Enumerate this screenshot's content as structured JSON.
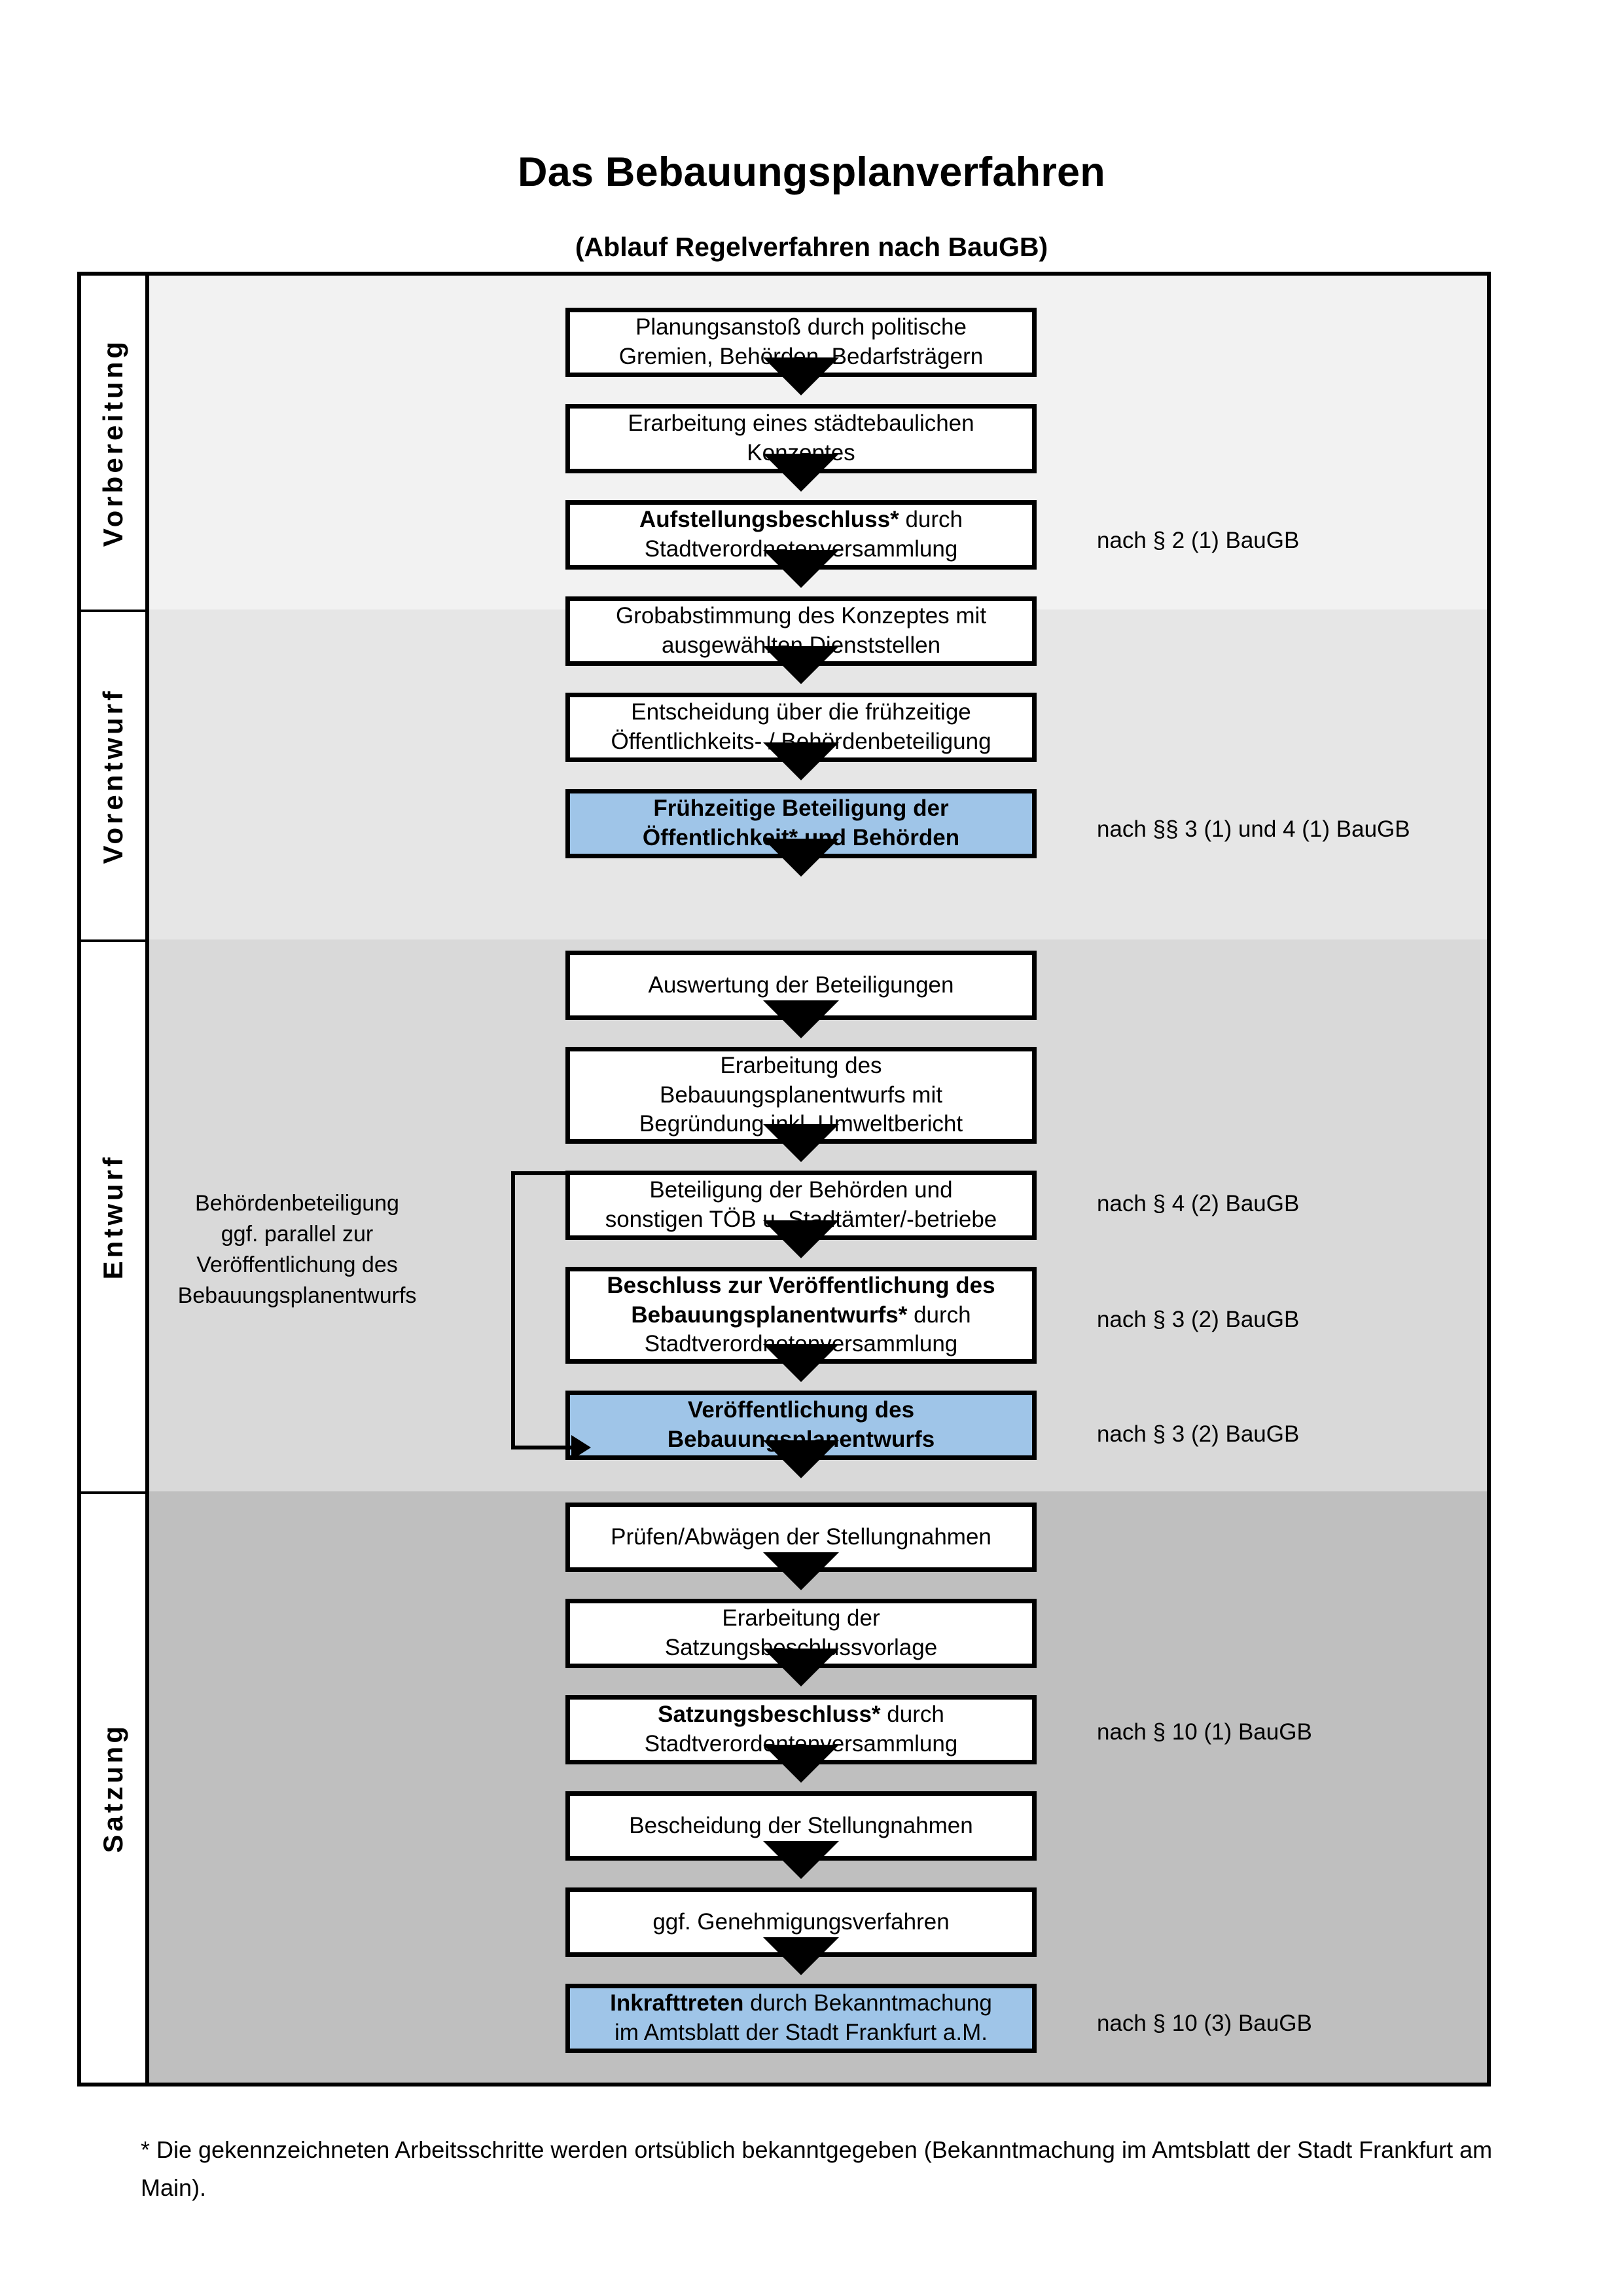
{
  "header": {
    "title": "Das Bebauungsplanverfahren",
    "subtitle": "(Ablauf Regelverfahren nach BauGB)"
  },
  "lanes": [
    {
      "id": "vorbereitung",
      "label": "Vorbereitung",
      "bg": "#F2F2F2"
    },
    {
      "id": "vorentwurf",
      "label": "Vorentwurf",
      "bg": "#E6E6E6"
    },
    {
      "id": "entwurf",
      "label": "Entwurf",
      "bg": "#D9D9D9"
    },
    {
      "id": "satzung",
      "label": "Satzung",
      "bg": "#BFBFBF"
    }
  ],
  "steps": [
    {
      "id": "s1",
      "lane": "vorbereitung",
      "lines": [
        "Planungsanstoß durch politische",
        "Gremien, Behörden, Bedarfsträgern"
      ],
      "bold_prefix": "",
      "highlight": false
    },
    {
      "id": "s2",
      "lane": "vorbereitung",
      "lines": [
        "Erarbeitung eines städtebaulichen",
        "Konzeptes"
      ],
      "bold_prefix": "",
      "highlight": false
    },
    {
      "id": "s3",
      "lane": "vorbereitung",
      "lines": [
        "Aufstellungsbeschluss* durch",
        "Stadtverordnetenversammlung"
      ],
      "bold_prefix": "Aufstellungsbeschluss*",
      "highlight": false
    },
    {
      "id": "s4",
      "lane": "vorentwurf",
      "lines": [
        "Grobabstimmung des Konzeptes mit",
        "ausgewählten Dienststellen"
      ],
      "bold_prefix": "",
      "highlight": false
    },
    {
      "id": "s5",
      "lane": "vorentwurf",
      "lines": [
        "Entscheidung über die frühzeitige",
        "Öffentlichkeits- / Behördenbeteiligung"
      ],
      "bold_prefix": "",
      "highlight": false
    },
    {
      "id": "s6",
      "lane": "vorentwurf",
      "lines": [
        "Frühzeitige Beteiligung der",
        "Öffentlichkeit* und Behörden"
      ],
      "bold_prefix": "ALL",
      "highlight": true
    },
    {
      "id": "s7",
      "lane": "entwurf",
      "lines": [
        "Auswertung der Beteiligungen"
      ],
      "bold_prefix": "",
      "highlight": false
    },
    {
      "id": "s8",
      "lane": "entwurf",
      "lines": [
        "Erarbeitung des",
        "Bebauungsplanentwurfs mit",
        "Begründung inkl. Umweltbericht"
      ],
      "bold_prefix": "",
      "highlight": false
    },
    {
      "id": "s9",
      "lane": "entwurf",
      "lines": [
        "Beteiligung der Behörden und",
        "sonstigen TÖB u. Stadtämter/-betriebe"
      ],
      "bold_prefix": "",
      "highlight": false
    },
    {
      "id": "s10",
      "lane": "entwurf",
      "lines": [
        "Beschluss zur Veröffentlichung des",
        "Bebauungsplanentwurfs* durch",
        "Stadtverordnetenversammlung"
      ],
      "bold_prefix": "Beschluss zur Veröffentlichung des Bebauungsplanentwurfs*",
      "highlight": false
    },
    {
      "id": "s11",
      "lane": "entwurf",
      "lines": [
        "Veröffentlichung des",
        "Bebauungsplanentwurfs"
      ],
      "bold_prefix": "ALL",
      "highlight": true
    },
    {
      "id": "s12",
      "lane": "satzung",
      "lines": [
        "Prüfen/Abwägen der Stellungnahmen"
      ],
      "bold_prefix": "",
      "highlight": false
    },
    {
      "id": "s13",
      "lane": "satzung",
      "lines": [
        "Erarbeitung der",
        "Satzungsbeschlussvorlage"
      ],
      "bold_prefix": "",
      "highlight": false
    },
    {
      "id": "s14",
      "lane": "satzung",
      "lines": [
        "Satzungsbeschluss* durch",
        "Stadtverordentenversammlung"
      ],
      "bold_prefix": "Satzungsbeschluss*",
      "highlight": false
    },
    {
      "id": "s15",
      "lane": "satzung",
      "lines": [
        "Bescheidung der Stellungnahmen"
      ],
      "bold_prefix": "",
      "highlight": false
    },
    {
      "id": "s16",
      "lane": "satzung",
      "lines": [
        "ggf. Genehmigungsverfahren"
      ],
      "bold_prefix": "",
      "highlight": false
    },
    {
      "id": "s17",
      "lane": "satzung",
      "lines": [
        "Inkrafttreten durch Bekanntmachung",
        "im Amtsblatt der Stadt Frankfurt a.M."
      ],
      "bold_prefix": "Inkrafttreten",
      "highlight": true
    }
  ],
  "annotations": [
    {
      "id": "a1",
      "text": "nach § 2 (1) BauGB",
      "for": "s3"
    },
    {
      "id": "a2",
      "text": "nach §§ 3 (1) und 4 (1) BauGB",
      "for": "s6"
    },
    {
      "id": "a3",
      "text": "nach § 4 (2) BauGB",
      "for": "s9"
    },
    {
      "id": "a4",
      "text": "nach § 3 (2) BauGB",
      "for": "s10"
    },
    {
      "id": "a5",
      "text": "nach § 3 (2) BauGB",
      "for": "s11"
    },
    {
      "id": "a6",
      "text": "nach § 10 (1) BauGB",
      "for": "s14"
    },
    {
      "id": "a7",
      "text": "nach § 10 (3) BauGB",
      "for": "s17"
    }
  ],
  "sidenote": {
    "lines": [
      "Behördenbeteiligung",
      "ggf. parallel zur",
      "Veröffentlichung des",
      "Bebauungsplanentwurfs"
    ]
  },
  "footnote": {
    "text": "* Die gekennzeichneten Arbeitsschritte werden ortsüblich bekanntgegeben (Bekanntmachung im Amtsblatt  der Stadt Frankfurt am Main)."
  },
  "colors": {
    "highlight_blue": "#9FC5E8",
    "border_black": "#000000",
    "lane_1": "#F2F2F2",
    "lane_2": "#E6E6E6",
    "lane_3": "#D9D9D9",
    "lane_4": "#BFBFBF"
  }
}
